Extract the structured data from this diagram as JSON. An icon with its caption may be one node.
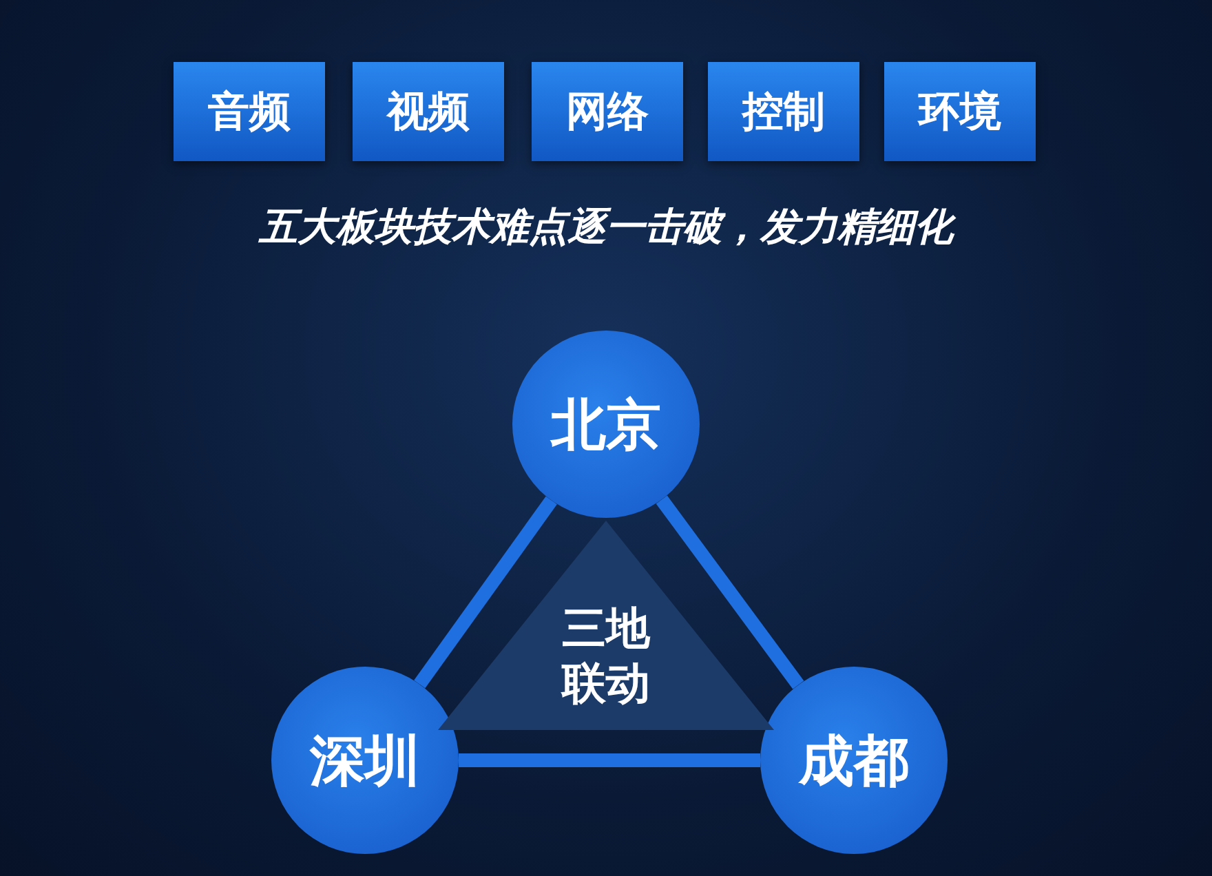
{
  "diagram": {
    "nodes": [
      {
        "text": [
          "音频"
        ]
      },
      {
        "text": [
          "视频"
        ]
      },
      {
        "text": [
          "网络"
        ]
      },
      {
        "text": [
          "控制"
        ]
      },
      {
        "text": [
          "环境"
        ]
      },
      {
        "text": [
          "北京"
        ]
      },
      {
        "text": [
          "深圳"
        ]
      },
      {
        "text": [
          "成都"
        ]
      },
      {
        "text": [
          "三地联动"
        ]
      }
    ],
    "edges": [
      {
        "from": 5,
        "to": 6,
        "arrow": "none"
      },
      {
        "from": 5,
        "to": 7,
        "arrow": "none"
      },
      {
        "from": 6,
        "to": 7,
        "arrow": "none"
      }
    ],
    "labels": [
      "五大板块技术难点逐一击破，发力精细化"
    ]
  }
}
